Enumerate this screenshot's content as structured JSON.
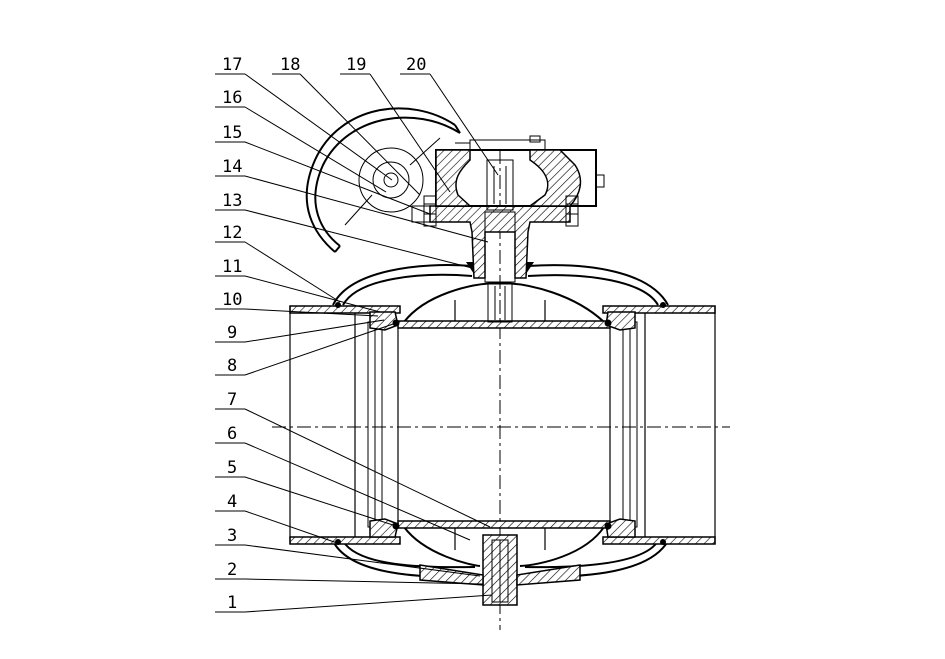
{
  "labels_left": [
    {
      "id": "17",
      "text": "17"
    },
    {
      "id": "16",
      "text": "16"
    },
    {
      "id": "15",
      "text": "15"
    },
    {
      "id": "14",
      "text": "14"
    },
    {
      "id": "13",
      "text": "13"
    },
    {
      "id": "12",
      "text": "12"
    },
    {
      "id": "11",
      "text": "11"
    },
    {
      "id": "10",
      "text": "10"
    },
    {
      "id": "9",
      "text": "9"
    },
    {
      "id": "8",
      "text": "8"
    },
    {
      "id": "7",
      "text": "7"
    },
    {
      "id": "6",
      "text": "6"
    },
    {
      "id": "5",
      "text": "5"
    },
    {
      "id": "4",
      "text": "4"
    },
    {
      "id": "3",
      "text": "3"
    },
    {
      "id": "2",
      "text": "2"
    },
    {
      "id": "1",
      "text": "1"
    }
  ],
  "labels_top": [
    {
      "id": "18",
      "text": "18"
    },
    {
      "id": "19",
      "text": "19"
    },
    {
      "id": "20",
      "text": "20"
    }
  ]
}
